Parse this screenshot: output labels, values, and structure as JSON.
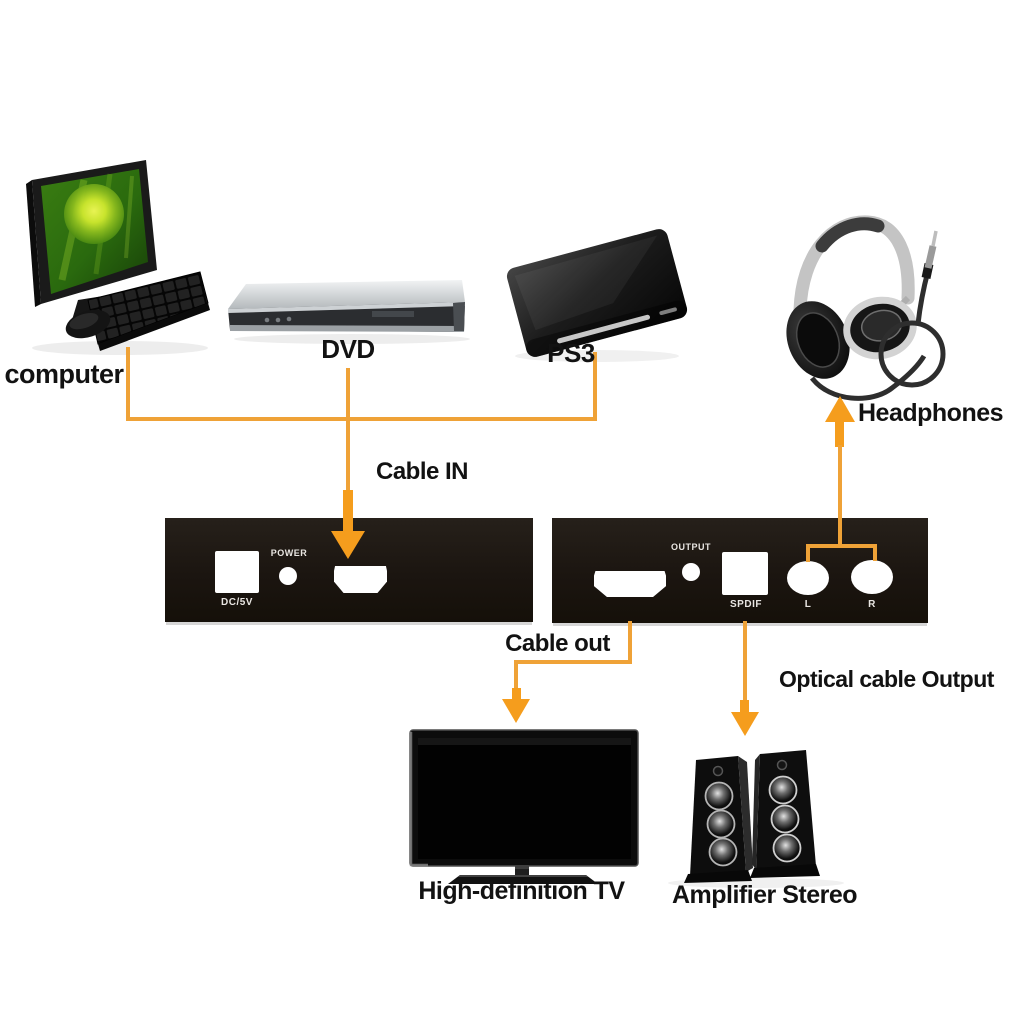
{
  "diagram": {
    "title_hint": "HDMI audio converter connection diagram",
    "sources": {
      "computer": "computer",
      "dvd": "DVD",
      "ps3": "PS3"
    },
    "cables": {
      "cable_in": "Cable IN",
      "cable_out": "Cable out",
      "optical": "Optical cable Output"
    },
    "outputs": {
      "headphones": "Headphones",
      "tv": "High-definition TV",
      "amplifier": "Amplifier Stereo"
    }
  },
  "converter": {
    "input_panel": {
      "dc_label": "DC/5V",
      "power_label": "POWER"
    },
    "output_panel": {
      "output_label": "OUTPUT",
      "spdif_label": "SPDIF",
      "left_channel": "L",
      "right_channel": "R"
    }
  },
  "colors": {
    "cable_orange": "#EFA237",
    "arrow_orange": "#F59D1D",
    "panel_black": "#1B1510",
    "label_black": "#121212",
    "port_white": "#FFFFFF"
  }
}
